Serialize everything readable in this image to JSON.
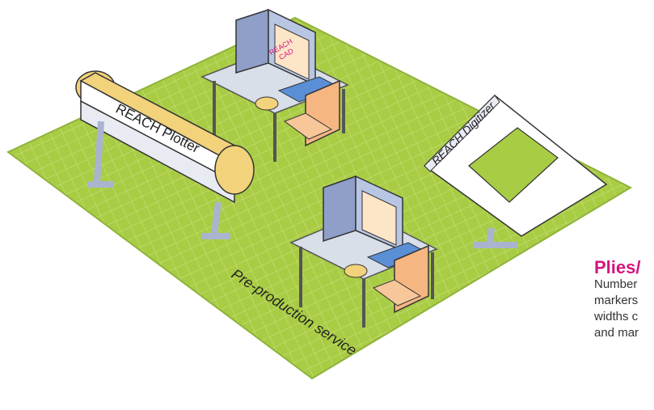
{
  "scene": {
    "floor_label": "Pre-production service",
    "plotter_label": "REACH Plotter",
    "cad_screen_label_line1": "REACH",
    "cad_screen_label_line2": "CAD",
    "digitizer_label": "REACH Digitizer"
  },
  "panel": {
    "heading": "Plies/",
    "lines": [
      "Number",
      "markers",
      "widths c",
      "and mar"
    ]
  },
  "colors": {
    "floor": "#a9cc45",
    "floor_grid": "#c6e07a",
    "heading": "#d4167e",
    "monitor": "#8f9fc9",
    "chair": "#f5b682",
    "plotter_roll": "#f2d27a"
  }
}
